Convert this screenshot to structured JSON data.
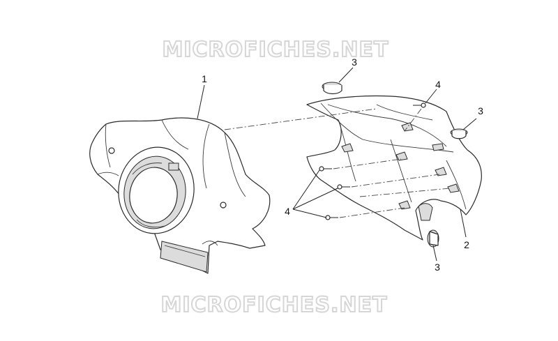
{
  "watermark": {
    "text": "MICROFICHES.NET"
  },
  "callouts": {
    "part1": "1",
    "part2": "2",
    "plug_top": "3",
    "plug_right": "3",
    "plug_bottom": "3",
    "screw_top": "4",
    "screw_group": "4"
  }
}
